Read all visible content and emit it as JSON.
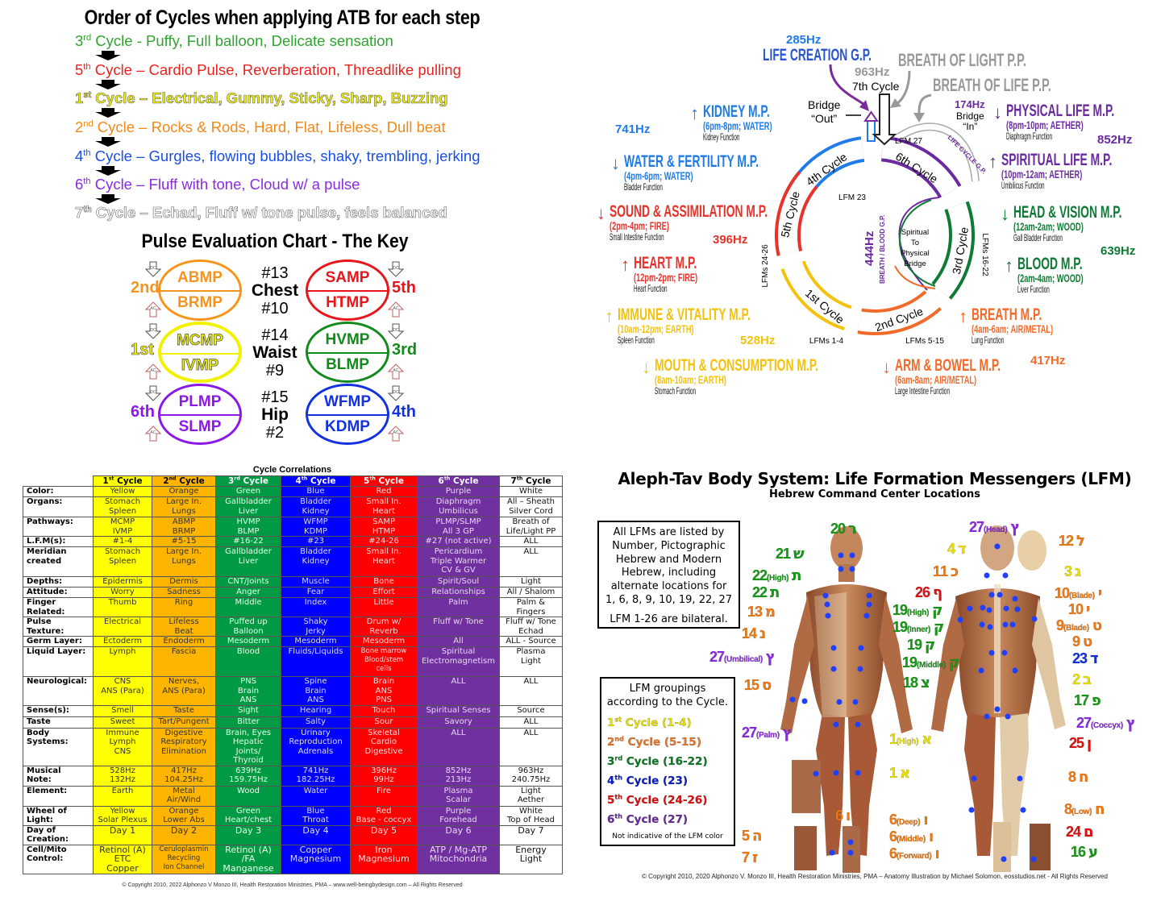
{
  "order": {
    "title": "Order of Cycles when applying ATB for each step",
    "lines": [
      {
        "num": "3",
        "sup": "rd",
        "text": " Cycle - Puffy, Full balloon, Delicate sensation",
        "color": "#2ea52e"
      },
      {
        "num": "5",
        "sup": "th",
        "text": " Cycle – Cardio Pulse, Reverberation, Threadlike pulling",
        "color": "#e8231f"
      },
      {
        "num": "1",
        "sup": "st",
        "text": " Cycle – Electrical, Gummy, Sticky, Sharp, Buzzing",
        "color": "#f0f000"
      },
      {
        "num": "2",
        "sup": "nd",
        "text": " Cycle – Rocks & Rods, Hard, Flat, Lifeless, Dull beat",
        "color": "#f28a1a"
      },
      {
        "num": "4",
        "sup": "th",
        "text": " Cycle – Gurgles, flowing bubbles, shaky, trembling, jerking",
        "color": "#1a4fe0"
      },
      {
        "num": "6",
        "sup": "th",
        "text": " Cycle – Fluff with tone, Cloud w/ a pulse",
        "color": "#8a2be2"
      },
      {
        "num": "7",
        "sup": "th",
        "text": " Cycle – Echad, Fluff w/ tone pulse, feels balanced",
        "color": "#ffffff"
      }
    ]
  },
  "pulse": {
    "title": "Pulse Evaluation Chart - The Key",
    "dc": "DC",
    "ac": "AC",
    "rows": [
      {
        "left": {
          "top": "ABMP",
          "bottom": "BRMP",
          "cycle": "2nd",
          "color": "#f7941d"
        },
        "center": {
          "top": "#13",
          "mid": "Chest",
          "bottom": "#10"
        },
        "right": {
          "top": "SAMP",
          "bottom": "HTMP",
          "cycle": "5th",
          "color": "#e8151b"
        }
      },
      {
        "left": {
          "top": "MCMP",
          "bottom": "IVMP",
          "cycle": "1st",
          "color": "#f2f200"
        },
        "center": {
          "top": "#14",
          "mid": "Waist",
          "bottom": "#9"
        },
        "right": {
          "top": "HVMP",
          "bottom": "BLMP",
          "cycle": "3rd",
          "color": "#138a1c"
        }
      },
      {
        "left": {
          "top": "PLMP",
          "bottom": "SLMP",
          "cycle": "6th",
          "color": "#8b18e8"
        },
        "center": {
          "top": "#15",
          "mid": "Hip",
          "bottom": "#2"
        },
        "right": {
          "top": "WFMP",
          "bottom": "KDMP",
          "cycle": "4th",
          "color": "#1232e0"
        }
      }
    ]
  },
  "table": {
    "title": "Cycle Correlations",
    "headers": [
      {
        "num": "1",
        "sup": "st",
        "rest": " Cycle"
      },
      {
        "num": "2",
        "sup": "nd",
        "rest": " Cycle"
      },
      {
        "num": "3",
        "sup": "rd",
        "rest": " Cycle"
      },
      {
        "num": "4",
        "sup": "th",
        "rest": " Cycle"
      },
      {
        "num": "5",
        "sup": "th",
        "rest": " Cycle"
      },
      {
        "num": "6",
        "sup": "th",
        "rest": " Cycle"
      },
      {
        "num": "7",
        "sup": "th",
        "rest": " Cycle"
      }
    ],
    "rows": [
      {
        "label": "Color:",
        "cells": [
          "Yellow",
          "Orange",
          "Green",
          "Blue",
          "Red",
          "Purple",
          "White"
        ]
      },
      {
        "label": "Organs:",
        "cells": [
          "Stomach\nSpleen",
          "Large In.\nLungs",
          "Gallbladder\nLiver",
          "Bladder\nKidney",
          "Small In.\nHeart",
          "Diaphragm\nUmbilicus",
          "All – Sheath\nSilver Cord"
        ]
      },
      {
        "label": "Pathways:",
        "cells": [
          "MCMP\nIVMP",
          "ABMP\nBRMP",
          "HVMP\nBLMP",
          "WFMP\nKDMP",
          "SAMP\nHTMP",
          "PLMP/SLMP\nAll 3 GP",
          "Breath of\nLife/Light PP"
        ]
      },
      {
        "label": "L.F.M(s):",
        "cells": [
          "#1-4",
          "#5-15",
          "#16-22",
          "#23",
          "#24-26",
          "#27 (not active)",
          "ALL"
        ]
      },
      {
        "label": "Meridian\ncreated",
        "cells": [
          "Stomach\nSpleen",
          "Large In.\nLungs",
          "Gallbladder\nLiver",
          "Bladder\nKidney",
          "Small In.\nHeart",
          "Pericardium\nTriple Warmer\nCV & GV",
          "ALL"
        ]
      },
      {
        "label": "Depths:",
        "cells": [
          "Epidermis",
          "Dermis",
          "CNT/Joints",
          "Muscle",
          "Bone",
          "Spirit/Soul",
          "Light"
        ]
      },
      {
        "label": "Attitude:",
        "cells": [
          "Worry",
          "Sadness",
          "Anger",
          "Fear",
          "Effort",
          "Relationships",
          "All / Shalom"
        ]
      },
      {
        "label": "Finger\nRelated:",
        "cells": [
          "Thumb",
          "Ring",
          "Middle",
          "Index",
          "Little",
          "Palm",
          "Palm &\nFingers"
        ]
      },
      {
        "label": "Pulse\nTexture:",
        "cells": [
          "Electrical",
          "Lifeless\nBeat",
          "Puffed up\nBalloon",
          "Shaky\nJerky",
          "Drum w/\nReverb",
          "Fluff w/ Tone",
          "Fluff w/ Tone\nEchad"
        ]
      },
      {
        "label": "Germ Layer:",
        "cells": [
          "Ectoderm",
          "Endoderm",
          "Mesoderm",
          "Mesoderm",
          "Mesoderm",
          "All",
          "ALL - Source"
        ]
      },
      {
        "label": "Liquid Layer:",
        "cells": [
          "Lymph",
          "Fascia",
          "Blood",
          "Fluids/Liquids",
          "Bone marrow\nBlood/stem\ncells",
          "Spiritual\nElectromagnetism",
          "Plasma\nLight"
        ]
      },
      {
        "label": "Neurological:",
        "cells": [
          "CNS\nANS (Para)",
          "Nerves,\nANS (Para)",
          "PNS\nBrain\nANS",
          "Spine\nBrain\nANS",
          "Brain\nANS\nPNS",
          "ALL",
          "ALL"
        ]
      },
      {
        "label": "Sense(s):",
        "cells": [
          "Smell",
          "Taste",
          "Sight",
          "Hearing",
          "Touch",
          "Spiritual Senses",
          "Source"
        ]
      },
      {
        "label": "Taste",
        "cells": [
          "Sweet",
          "Tart/Pungent",
          "Bitter",
          "Salty",
          "Sour",
          "Savory",
          "ALL"
        ]
      },
      {
        "label": "Body\nSystems:",
        "cells": [
          "Immune\nLymph\nCNS",
          "Digestive\nRespiratory\nElimination",
          "Brain, Eyes\nHepatic\nJoints/\nThyroid",
          "Urinary\nReproduction\nAdrenals",
          "Skeletal\nCardio\nDigestive",
          "ALL",
          "ALL"
        ]
      },
      {
        "label": "Musical\nNote:",
        "cells": [
          "528Hz\n132Hz",
          "417Hz\n104.25Hz",
          "639Hz\n159.75Hz",
          "741Hz\n182.25Hz",
          "396Hz\n99Hz",
          "852Hz\n213Hz",
          "963Hz\n240.75Hz"
        ]
      },
      {
        "label": "Element:",
        "cells": [
          "Earth",
          "Metal\nAir/Wind",
          "Wood",
          "Water",
          "Fire",
          "Plasma\nScalar",
          "Light\nAether"
        ]
      },
      {
        "label": "Wheel of\nLight:",
        "cells": [
          "Yellow\nSolar Plexus",
          "Orange\nLower Abs",
          "Green\nHeart/chest",
          "Blue\nThroat",
          "Red\nBase - coccyx",
          "Purple\nForehead",
          "White\nTop of Head"
        ]
      },
      {
        "label": "Day of\nCreation:",
        "cells": [
          "Day 1",
          "Day 2",
          "Day 3",
          "Day 4",
          "Day 5",
          "Day 6",
          "Day 7"
        ]
      },
      {
        "label": "Cell/Mito\nControl:",
        "cells": [
          "Retinol (A)\nETC\nCopper",
          "Ceruloplasmin\nRecycling\nIon Channel",
          "Retinol (A)\n/FA\nManganese",
          "Copper\nMagnesium",
          "Iron\nMagnesium",
          "ATP / Mg-ATP\nMitochondria",
          "Energy\nLight"
        ]
      }
    ],
    "copyright": "© Copyright 2010, 2022 Alphonzo V Monzo III, Health Restoration Ministries, PMA – www.well-beingbydesign.com – All Rights Reserved"
  },
  "wheel": {
    "life_creation": {
      "hz": "285Hz",
      "label": "LIFE CREATION G.P."
    },
    "seventh": {
      "hz": "963Hz",
      "label": "7th Cycle"
    },
    "breath_light": "BREATH OF LIGHT P.P.",
    "breath_life": "BREATH OF LIFE P.P.",
    "bridge_out": "Bridge\n“Out”",
    "bridge_in": {
      "hz": "174Hz",
      "label": "Bridge\n“In”"
    },
    "life_cycle_gp": "LIFE CYCLE G.P.",
    "breath_blood": {
      "hz": "444Hz",
      "label": "BREATH / BLOOD G.P."
    },
    "center": "Spiritual\nTo\nPhysical\nBridge",
    "cycles": [
      {
        "name": "4th Cycle",
        "lfm": "LFM 23",
        "color": "#1f7be8"
      },
      {
        "name": "6th Cycle",
        "lfm": "LFM 27",
        "color": "#6a2aa0"
      },
      {
        "name": "3rd Cycle",
        "lfm": "LFMs 16-22",
        "color": "#0f7a35"
      },
      {
        "name": "2nd Cycle",
        "lfm": "LFMs 5-15",
        "color": "#f26a2a"
      },
      {
        "name": "1st Cycle",
        "lfm": "LFMs 1-4",
        "color": "#f2c20f"
      },
      {
        "name": "5th Cycle",
        "lfm": "LFMs 24-26",
        "color": "#e8322a"
      }
    ],
    "meridians": [
      {
        "title": "KIDNEY M.P.",
        "sub": "(6pm-8pm; WATER)",
        "fn": "Kidney Function",
        "color": "#1f7be8",
        "dir": "up"
      },
      {
        "title": "WATER & FERTILITY M.P.",
        "sub": "(4pm-6pm; WATER)",
        "fn": "Bladder Function",
        "color": "#1f7be8",
        "dir": "down"
      },
      {
        "title": "SOUND & ASSIMILATION M.P.",
        "sub": "(2pm-4pm; FIRE)",
        "fn": "Small Intestine Function",
        "color": "#e8322a",
        "dir": "down"
      },
      {
        "title": "HEART M.P.",
        "sub": "(12pm-2pm; FIRE)",
        "fn": "Heart Function",
        "color": "#e8322a",
        "dir": "up"
      },
      {
        "title": "IMMUNE & VITALITY M.P.",
        "sub": "(10am-12pm; EARTH)",
        "fn": "Spleen Function",
        "color": "#f2c20f",
        "dir": "up"
      },
      {
        "title": "MOUTH & CONSUMPTION M.P.",
        "sub": "(8am-10am; EARTH)",
        "fn": "Stomach Function",
        "color": "#f2c20f",
        "dir": "down"
      },
      {
        "title": "PHYSICAL LIFE M.P.",
        "sub": "(8pm-10pm; AETHER)",
        "fn": "Diaphragm Function",
        "color": "#6a2aa0",
        "dir": "down"
      },
      {
        "title": "SPIRITUAL LIFE M.P.",
        "sub": "(10pm-12am; AETHER)",
        "fn": "Umbilicus Function",
        "color": "#6a2aa0",
        "dir": "up"
      },
      {
        "title": "HEAD & VISION M.P.",
        "sub": "(12am-2am; WOOD)",
        "fn": "Gall Bladder Function",
        "color": "#0f7a35",
        "dir": "down"
      },
      {
        "title": "BLOOD M.P.",
        "sub": "(2am-4am; WOOD)",
        "fn": "Liver Function",
        "color": "#0f7a35",
        "dir": "up"
      },
      {
        "title": "BREATH M.P.",
        "sub": "(4am-6am; AIR/METAL)",
        "fn": "Lung Function",
        "color": "#f26a2a",
        "dir": "up"
      },
      {
        "title": "ARM & BOWEL M.P.",
        "sub": "(6am-8am; AIR/METAL)",
        "fn": "Large Intestine Function",
        "color": "#f26a2a",
        "dir": "down"
      }
    ],
    "frequencies": [
      {
        "hz": "741Hz",
        "color": "#1f7be8"
      },
      {
        "hz": "396Hz",
        "color": "#e8322a"
      },
      {
        "hz": "528Hz",
        "color": "#f2c20f"
      },
      {
        "hz": "852Hz",
        "color": "#6a2aa0"
      },
      {
        "hz": "639Hz",
        "color": "#0f7a35"
      },
      {
        "hz": "417Hz",
        "color": "#f26a2a"
      }
    ]
  },
  "lfm": {
    "title": "Aleph-Tav Body System: Life Formation Messengers (LFM)",
    "subtitle": "Hebrew Command Center Locations",
    "info": "All LFMs are listed by\nNumber, Pictographic\nHebrew and Modern\nHebrew, including\nalternate locations for\n1, 6, 8, 9, 10, 19, 22, 27",
    "bilateral": "LFM 1-26 are bilateral.",
    "groupings_title": "LFM groupings\naccording to the Cycle.",
    "groupings": [
      {
        "num": "1",
        "sup": "st",
        "text": " Cycle (1-4)",
        "color": "#e8e000"
      },
      {
        "num": "2",
        "sup": "nd",
        "text": " Cycle (5-15)",
        "color": "#e8772a"
      },
      {
        "num": "3",
        "sup": "rd",
        "text": " Cycle (16-22)",
        "color": "#0f7a25"
      },
      {
        "num": "4",
        "sup": "th",
        "text": " Cycle (23)",
        "color": "#0a1ec8"
      },
      {
        "num": "5",
        "sup": "th",
        "text": " Cycle (24-26)",
        "color": "#e01010"
      },
      {
        "num": "6",
        "sup": "th",
        "text": " Cycle (27)",
        "color": "#6a2aa0"
      }
    ],
    "note": "Not indicative of the LFM color",
    "labels": [
      {
        "n": "20",
        "q": "",
        "h": "ר",
        "c": "#169a16"
      },
      {
        "n": "21",
        "q": "",
        "h": "ש",
        "c": "#169a16"
      },
      {
        "n": "22",
        "q": "(High)",
        "h": "ת",
        "c": "#169a16"
      },
      {
        "n": "22",
        "q": "",
        "h": "ת",
        "c": "#169a16"
      },
      {
        "n": "13",
        "q": "",
        "h": "מ",
        "c": "#f07a10"
      },
      {
        "n": "14",
        "q": "",
        "h": "נ",
        "c": "#f07a10"
      },
      {
        "n": "27",
        "q": "(Umbilical)",
        "h": "ץ",
        "c": "#8a2be2"
      },
      {
        "n": "15",
        "q": "",
        "h": "ס",
        "c": "#f07a10"
      },
      {
        "n": "27",
        "q": "(Palm)",
        "h": "ץ",
        "c": "#8a2be2"
      },
      {
        "n": "6",
        "q": "",
        "h": "ו",
        "c": "#f07a10"
      },
      {
        "n": "5",
        "q": "",
        "h": "ה",
        "c": "#f07a10"
      },
      {
        "n": "7",
        "q": "",
        "h": "ז",
        "c": "#f07a10"
      },
      {
        "n": "19",
        "q": "(High)",
        "h": "ק",
        "c": "#169a16"
      },
      {
        "n": "19",
        "q": "(Inner)",
        "h": "ק",
        "c": "#169a16"
      },
      {
        "n": "19",
        "q": "",
        "h": "ק",
        "c": "#169a16"
      },
      {
        "n": "19",
        "q": "(Middle)",
        "h": "ק",
        "c": "#169a16"
      },
      {
        "n": "18",
        "q": "",
        "h": "צ",
        "c": "#169a16"
      },
      {
        "n": "1",
        "q": "(High)",
        "h": "א",
        "c": "#e8e000"
      },
      {
        "n": "1",
        "q": "",
        "h": "א",
        "c": "#e8e000"
      },
      {
        "n": "6",
        "q": "(Deep)",
        "h": "ו",
        "c": "#f07a10"
      },
      {
        "n": "6",
        "q": "(Middle)",
        "h": "ו",
        "c": "#f07a10"
      },
      {
        "n": "6",
        "q": "(Forward)",
        "h": "ו",
        "c": "#f07a10"
      },
      {
        "n": "27",
        "q": "(Head)",
        "h": "ץ",
        "c": "#8a2be2"
      },
      {
        "n": "4",
        "q": "",
        "h": "ד",
        "c": "#e8e000"
      },
      {
        "n": "11",
        "q": "",
        "h": "כ",
        "c": "#f07a10"
      },
      {
        "n": "26",
        "q": "",
        "h": "ף",
        "c": "#e01010"
      },
      {
        "n": "12",
        "q": "",
        "h": "ל",
        "c": "#f07a10"
      },
      {
        "n": "3",
        "q": "",
        "h": "ג",
        "c": "#e8e000"
      },
      {
        "n": "10",
        "q": "(Blade)",
        "h": "י",
        "c": "#f07a10"
      },
      {
        "n": "10",
        "q": "",
        "h": "י",
        "c": "#f07a10"
      },
      {
        "n": "9",
        "q": "(Blade)",
        "h": "ט",
        "c": "#f07a10"
      },
      {
        "n": "9",
        "q": "",
        "h": "ט",
        "c": "#f07a10"
      },
      {
        "n": "23",
        "q": "",
        "h": "ד",
        "c": "#1030e8"
      },
      {
        "n": "2",
        "q": "",
        "h": "ב",
        "c": "#e8e000"
      },
      {
        "n": "17",
        "q": "",
        "h": "פ",
        "c": "#169a16"
      },
      {
        "n": "27",
        "q": "(Coccyx)",
        "h": "ץ",
        "c": "#8a2be2"
      },
      {
        "n": "25",
        "q": "",
        "h": "ן",
        "c": "#e01010"
      },
      {
        "n": "8",
        "q": "",
        "h": "ח",
        "c": "#f07a10"
      },
      {
        "n": "8",
        "q": "(Low)",
        "h": "ח",
        "c": "#f07a10"
      },
      {
        "n": "24",
        "q": "",
        "h": "ם",
        "c": "#e01010"
      },
      {
        "n": "16",
        "q": "",
        "h": "ע",
        "c": "#169a16"
      }
    ],
    "copyright": "© Copyright 2010, 2020 Alphonzo V. Monzo III, Health Restoration Ministries, PMA – Anatomy Illustration by Michael Solomon, eosstudios.net - All Rights Reserved"
  }
}
